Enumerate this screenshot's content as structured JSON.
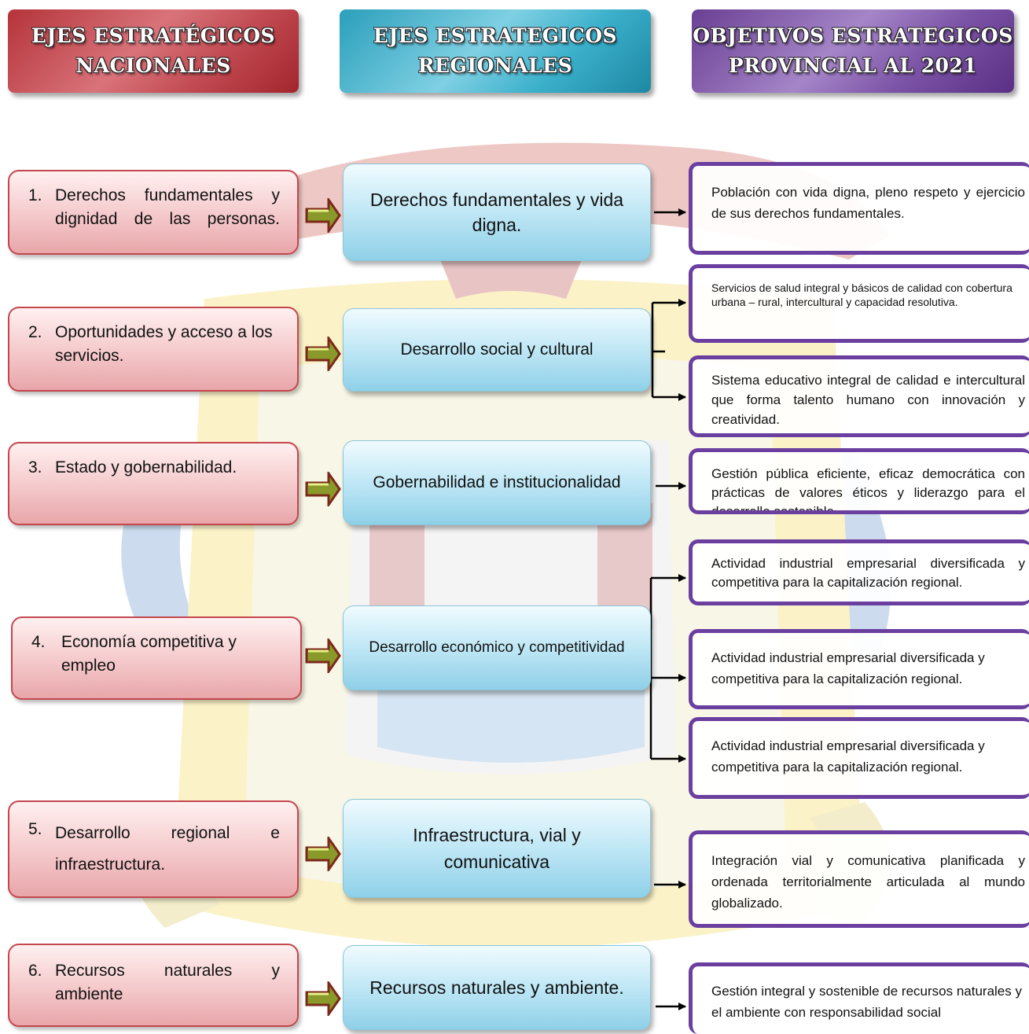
{
  "headers": {
    "national": [
      "EJES ESTRATÉGICOS",
      "NACIONALES"
    ],
    "regional": [
      "EJES ESTRATEGICOS",
      "REGIONALES"
    ],
    "provincial": [
      "OBJETIVOS ESTRATEGICOS",
      "PROVINCIAL AL 2021"
    ]
  },
  "national": [
    {
      "num": "1.",
      "text": "Derechos fundamentales y dignidad de las personas."
    },
    {
      "num": "2.",
      "text": "Oportunidades y acceso a los servicios."
    },
    {
      "num": "3.",
      "text": "Estado y gobernabilidad."
    },
    {
      "num": "4.",
      "text": "Economía competitiva y empleo"
    },
    {
      "num": "5.",
      "text": "Desarrollo regional e infraestructura."
    },
    {
      "num": "6.",
      "text": "Recursos naturales y ambiente"
    }
  ],
  "regional": [
    "Derechos fundamentales y vida digna.",
    "Desarrollo social y cultural",
    "Gobernabilidad e institucionalidad",
    "Desarrollo económico y competitividad",
    "Infraestructura, vial y comunicativa",
    "Recursos naturales y ambiente."
  ],
  "objectives": [
    "Población con vida digna, pleno respeto y ejercicio de sus derechos fundamentales.",
    "Servicios de salud integral y básicos de calidad con cobertura urbana – rural, intercultural y capacidad resolutiva.",
    "Sistema educativo integral de calidad e intercultural que forma talento humano con innovación y creatividad.",
    "Gestión pública eficiente, eficaz democrática con prácticas de valores éticos y liderazgo para el desarrollo sostenible.",
    "Actividad industrial empresarial diversificada y competitiva para la capitalización regional.",
    "Actividad industrial empresarial diversificada y competitiva para la capitalización regional.",
    "Actividad industrial empresarial diversificada y competitiva para la capitalización regional.",
    "Integración vial y comunicativa planificada y ordenada territorialmente articulada al mundo globalizado.",
    "Gestión integral y sostenible de recursos naturales y el ambiente con responsabilidad social"
  ],
  "colors": {
    "national": "#c4474e",
    "regional": "#3bb0cb",
    "provincial": "#6b3fa0",
    "arrow_fill": "#8a9a2a",
    "arrow_side": "#7a2a1a"
  }
}
